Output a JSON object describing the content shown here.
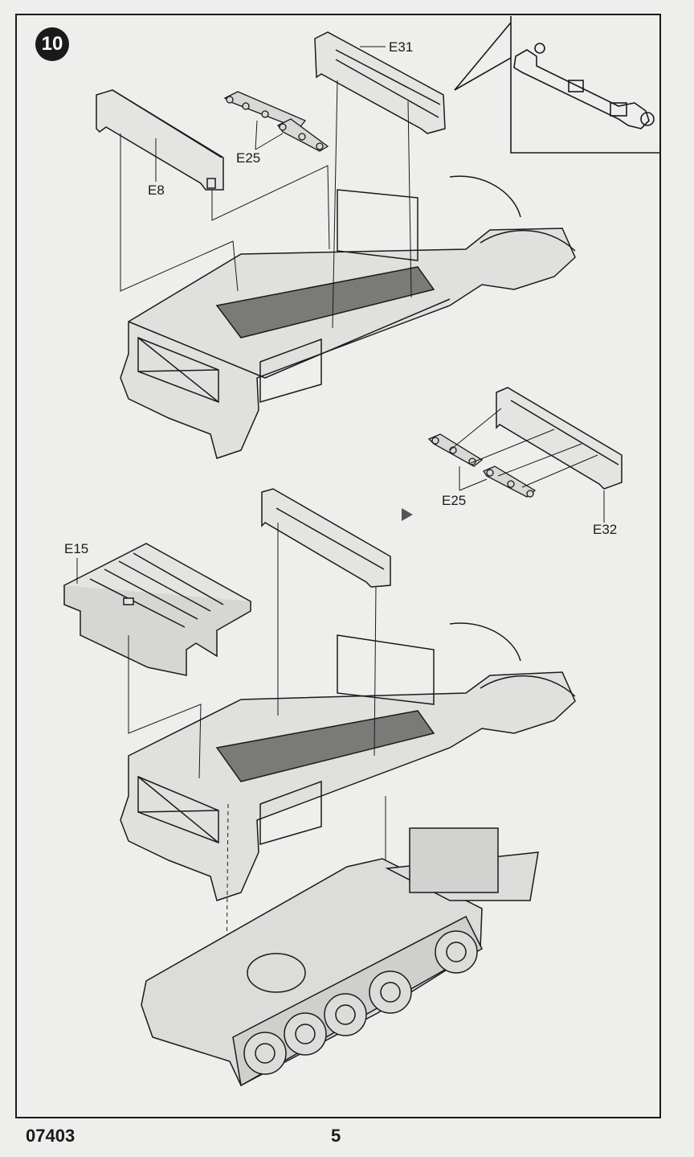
{
  "step": {
    "number": "10"
  },
  "labels": {
    "e31": "E31",
    "e25_top": "E25",
    "e8": "E8",
    "e25_right": "E25",
    "e32": "E32",
    "e15": "E15"
  },
  "footer": {
    "code": "07403",
    "page": "5"
  },
  "colors": {
    "paper": "#eeeeec",
    "ink": "#1a1a1a",
    "grid": "#555555"
  }
}
